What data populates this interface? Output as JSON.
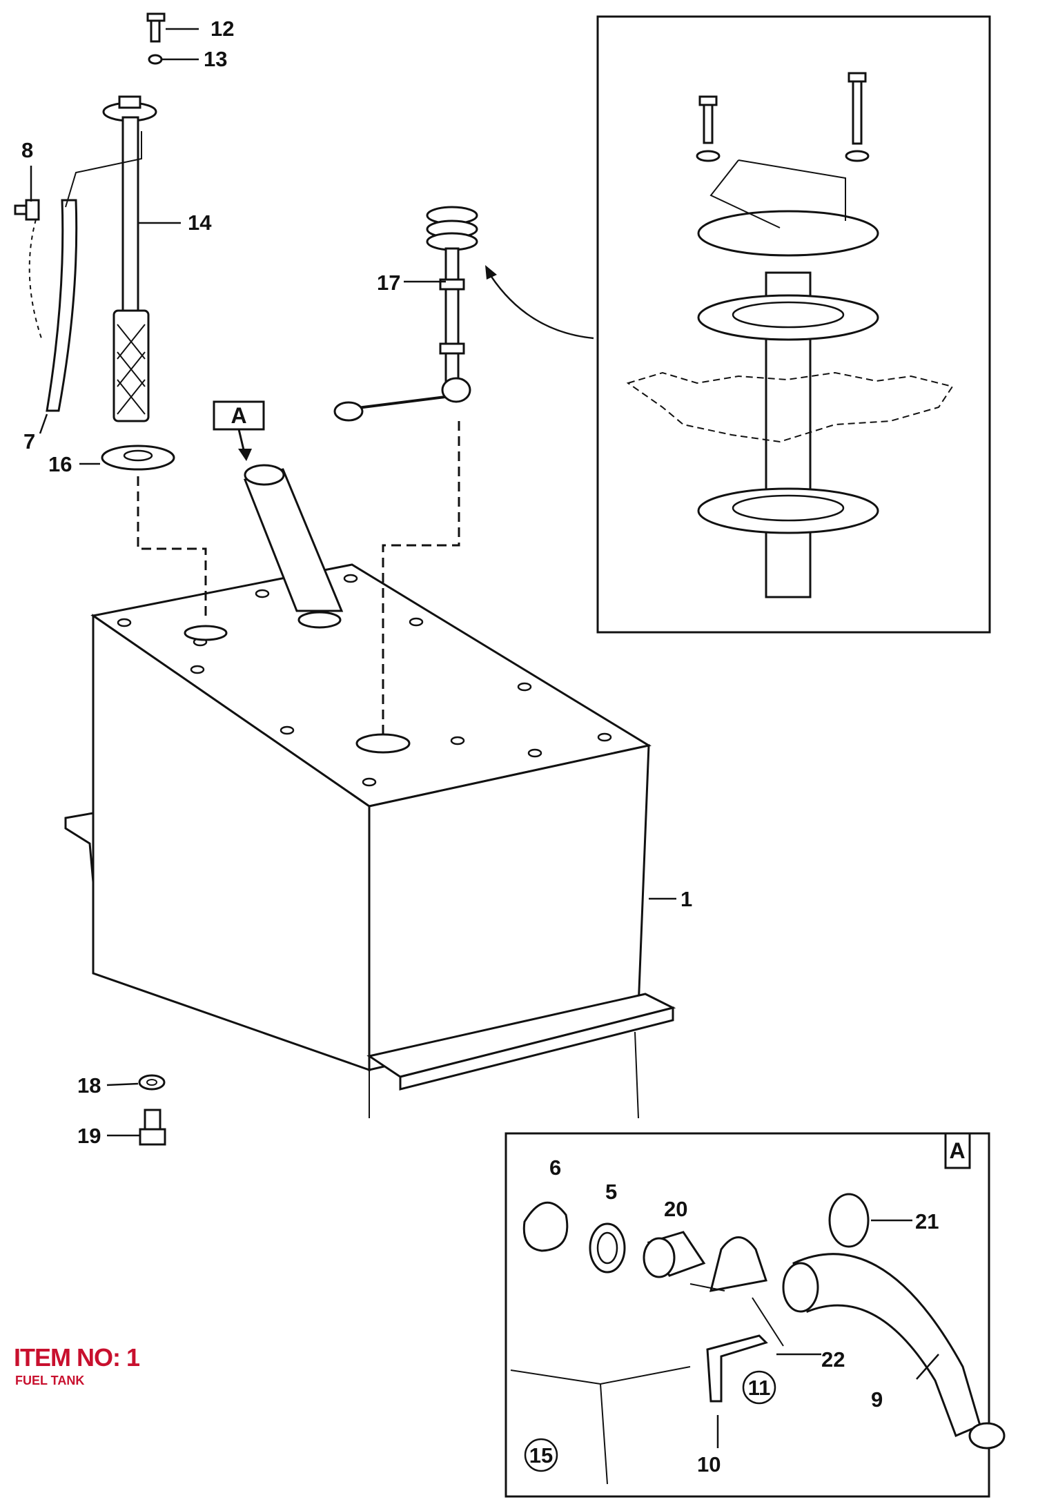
{
  "caption": {
    "item_no": "ITEM NO: 1",
    "name": "FUEL TANK"
  },
  "detail_labels": {
    "arrow_tag": "A",
    "inset_tag": "A"
  },
  "parts": [
    {
      "id": "p1",
      "number": "1"
    },
    {
      "id": "p5",
      "number": "5"
    },
    {
      "id": "p6",
      "number": "6"
    },
    {
      "id": "p7",
      "number": "7"
    },
    {
      "id": "p8",
      "number": "8"
    },
    {
      "id": "p9",
      "number": "9"
    },
    {
      "id": "p10",
      "number": "10"
    },
    {
      "id": "p11",
      "number": "11"
    },
    {
      "id": "p12",
      "number": "12"
    },
    {
      "id": "p13",
      "number": "13"
    },
    {
      "id": "p14",
      "number": "14"
    },
    {
      "id": "p15",
      "number": "15"
    },
    {
      "id": "p16",
      "number": "16"
    },
    {
      "id": "p17",
      "number": "17"
    },
    {
      "id": "p18",
      "number": "18"
    },
    {
      "id": "p19",
      "number": "19"
    },
    {
      "id": "p20",
      "number": "20"
    },
    {
      "id": "p21",
      "number": "21"
    },
    {
      "id": "p22",
      "number": "22"
    }
  ],
  "colors": {
    "line": "#111111",
    "caption": "#c8102e",
    "background": "#ffffff"
  }
}
